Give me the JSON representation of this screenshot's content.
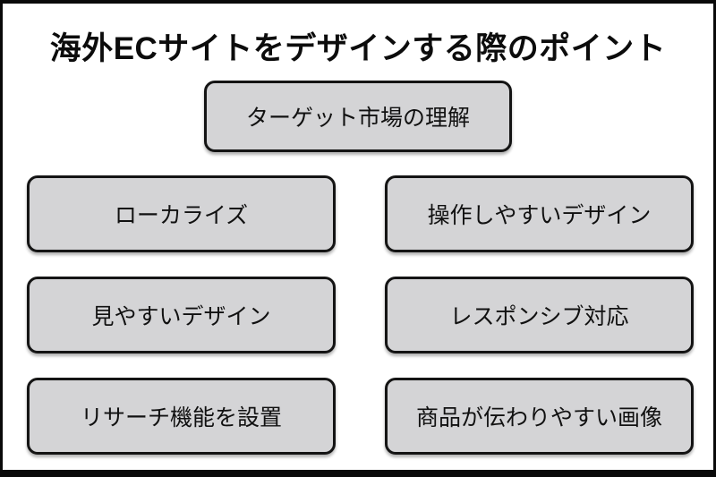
{
  "page": {
    "title": "海外ECサイトをデザインする際のポイント"
  },
  "diagram": {
    "top_box": {
      "label": "ターゲット市場の理解"
    },
    "boxes": [
      {
        "label": "ローカライズ"
      },
      {
        "label": "操作しやすいデザイン"
      },
      {
        "label": "見やすいデザイン"
      },
      {
        "label": "レスポンシブ対応"
      },
      {
        "label": "リサーチ機能を設置"
      },
      {
        "label": "商品が伝わりやすい画像"
      }
    ],
    "colors": {
      "background": "#ffffff",
      "frame_border": "#0a0a0a",
      "box_fill": "#d4d4d6",
      "box_border": "#141414",
      "text": "#111111"
    }
  }
}
